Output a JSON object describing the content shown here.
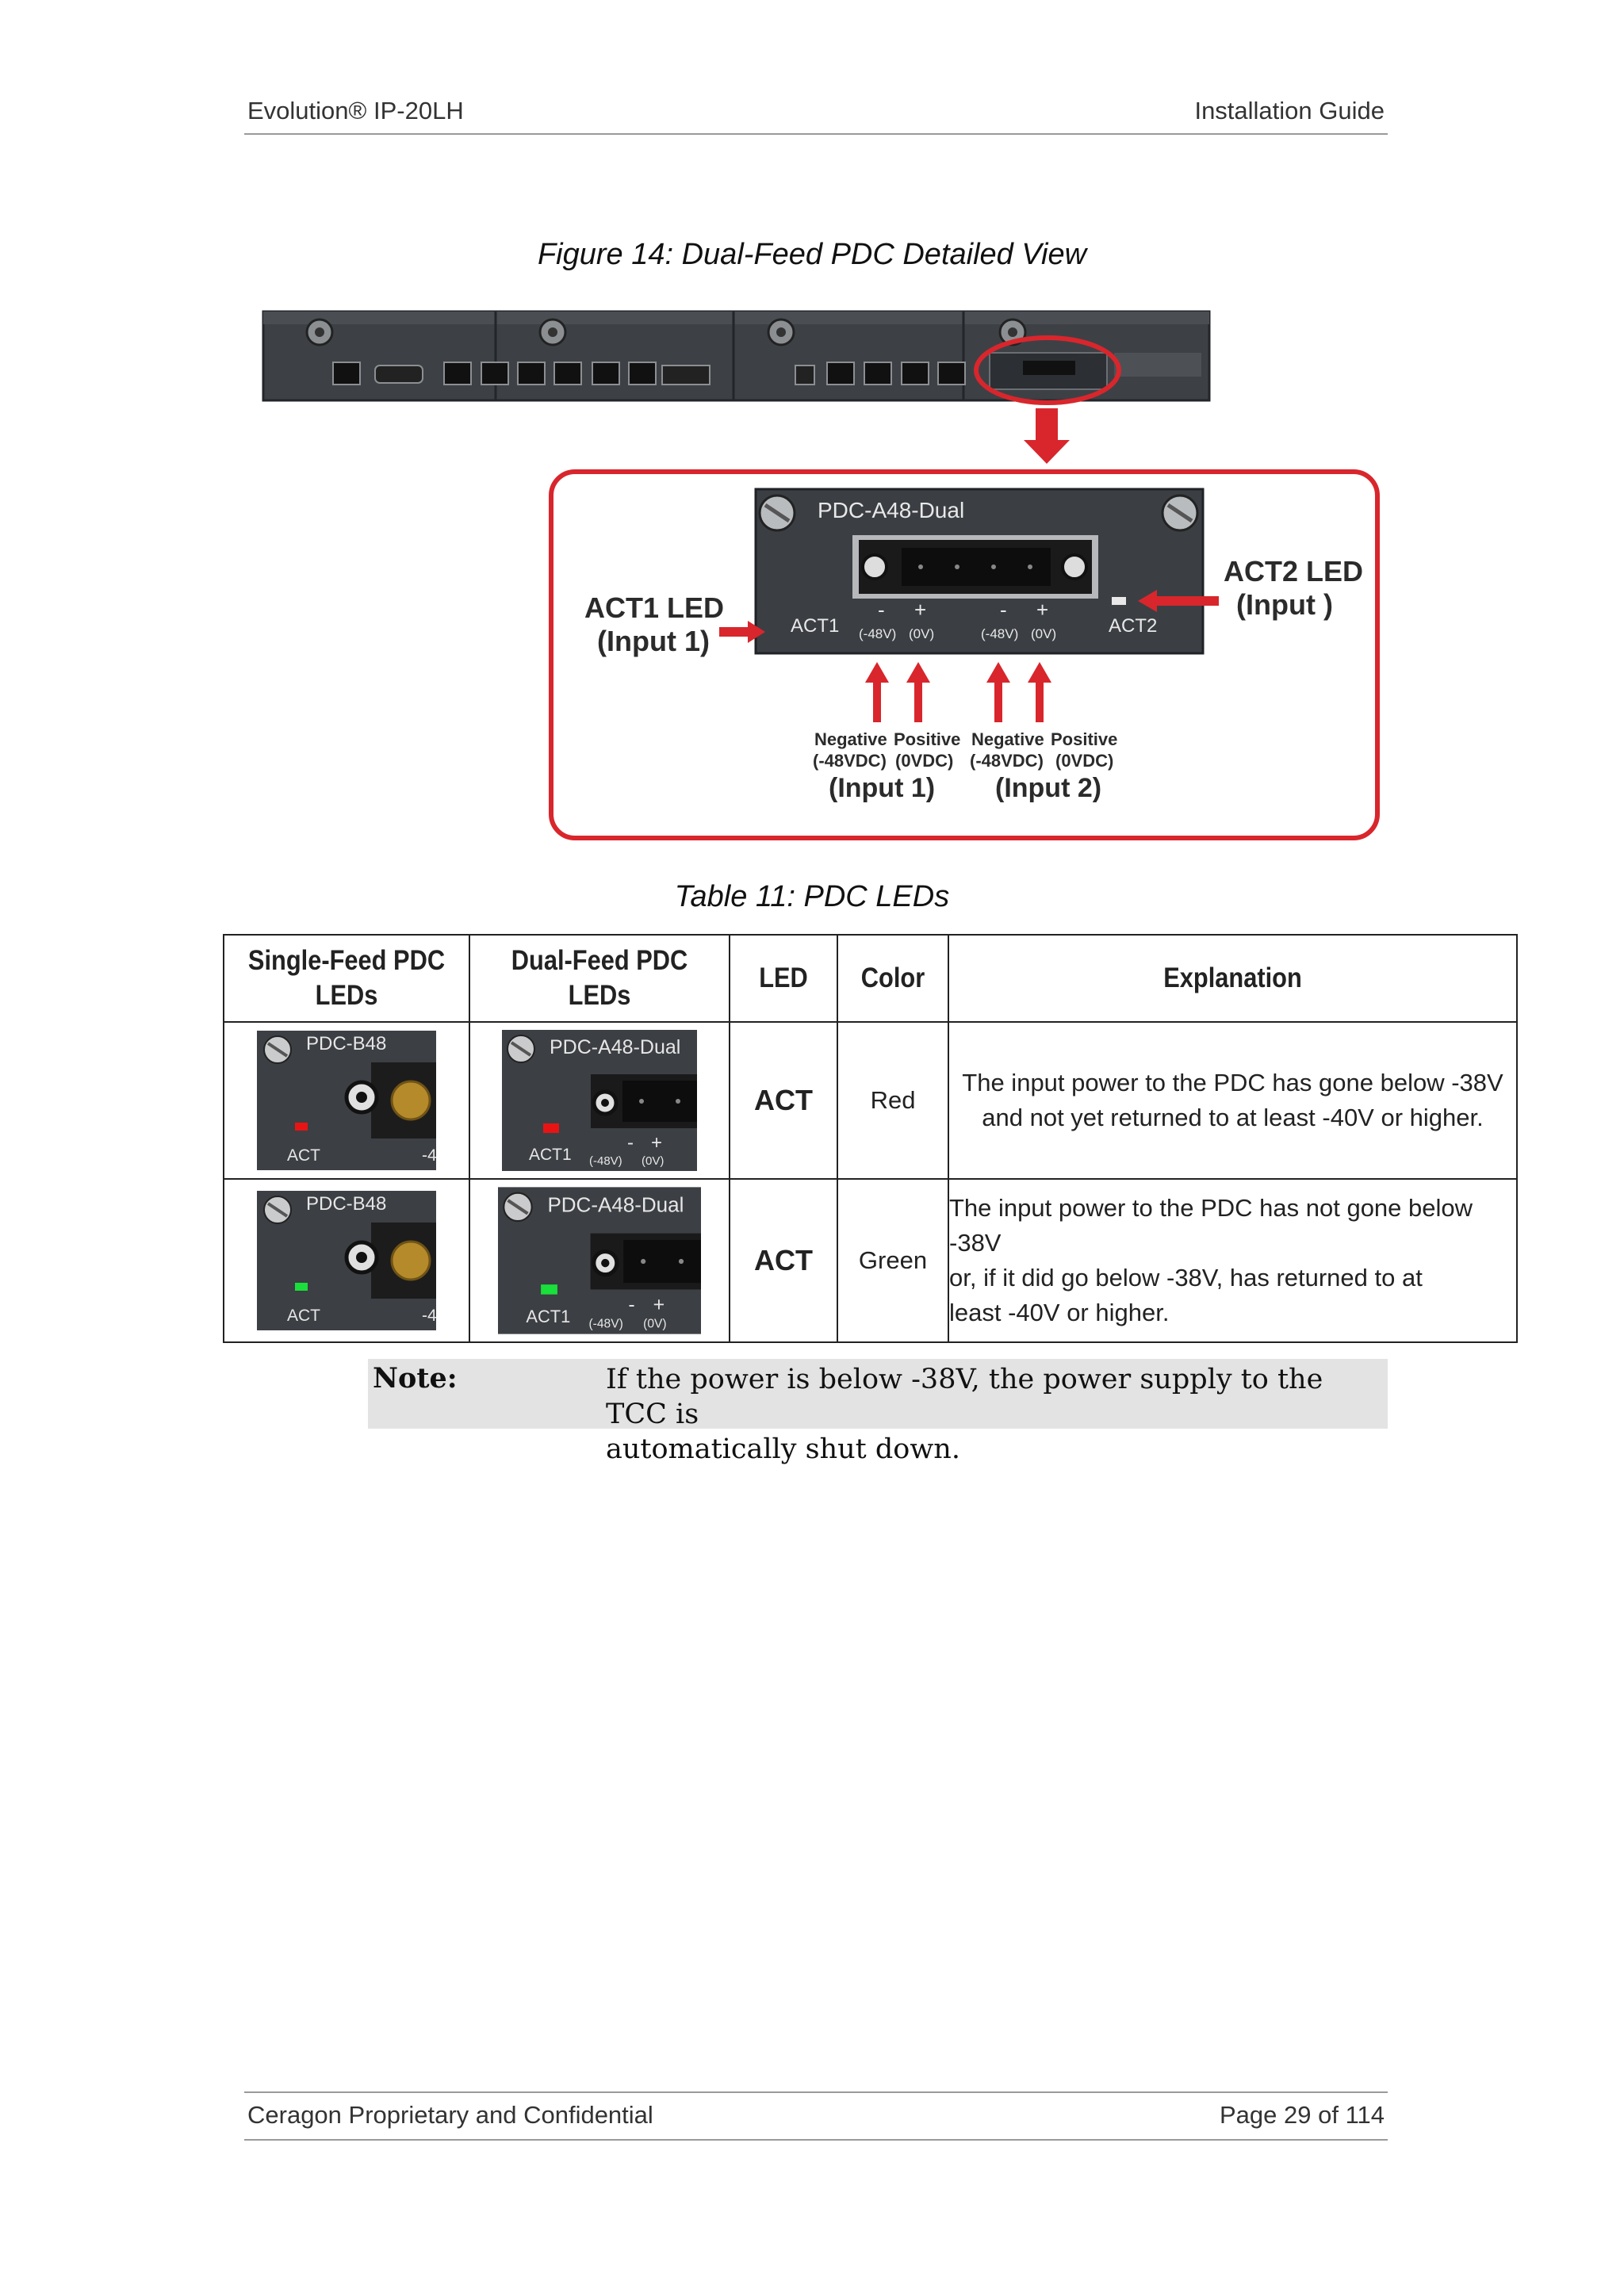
{
  "header": {
    "left": "Evolution® IP-20LH",
    "right": "Installation Guide"
  },
  "figure": {
    "title": "Figure 14: Dual-Feed PDC Detailed View",
    "module_label": "PDC-A48-Dual",
    "act1_led": "ACT1 LED",
    "act1_input": "(Input 1)",
    "act2_led": "ACT2 LED",
    "act2_input": "(Input   )",
    "act1": "ACT1",
    "act2": "ACT2",
    "minus": "-",
    "plus": "+",
    "neg48v": "(-48V)",
    "zero_v": "(0V)",
    "neg_label": "Negative",
    "pos_label": "Positive",
    "neg_vdc": "(-48VDC)",
    "pos_vdc": "(0VDC)",
    "input1": "(Input 1)",
    "input2": "(Input 2)"
  },
  "table": {
    "title": "Table 11: PDC LEDs",
    "headers": {
      "single_l1": "Single-Feed PDC",
      "single_l2": "LEDs",
      "dual_l1": "Dual-Feed PDC",
      "dual_l2": "LEDs",
      "led": "LED",
      "color": "Color",
      "explanation": "Explanation"
    },
    "thumb": {
      "single_label": "PDC-B48",
      "single_act": "ACT",
      "single_edge": "-4",
      "dual_label": "PDC-A48-Dual",
      "dual_act": "ACT1",
      "minus": "-",
      "plus": "+",
      "neg48v": "(-48V)",
      "zero_v": "(0V)"
    },
    "rows": [
      {
        "led": "ACT",
        "color": "Red",
        "led_color": "#e81414",
        "explanation_l1": "The input power to the PDC has gone below -38V",
        "explanation_l2": "and not yet returned to at least -40V or higher."
      },
      {
        "led": "ACT",
        "color": "Green",
        "led_color": "#19e03a",
        "explanation_l1": "The input power to the PDC has not gone below -38V",
        "explanation_l2": "or, if it did go below -38V, has returned to at",
        "explanation_l3": "least -40V or higher."
      }
    ]
  },
  "note": {
    "label": "Note:",
    "text_l1": "If the power is below -38V, the power supply to the TCC is",
    "text_l2": "automatically shut down."
  },
  "footer": {
    "left": "Ceragon Proprietary and Confidential",
    "right": "Page 29 of 114"
  },
  "colors": {
    "callout_red": "#d8262c",
    "panel_dark": "#3b3f44",
    "rule_gray": "#9a9a9a",
    "note_bg": "#e3e3e3"
  }
}
